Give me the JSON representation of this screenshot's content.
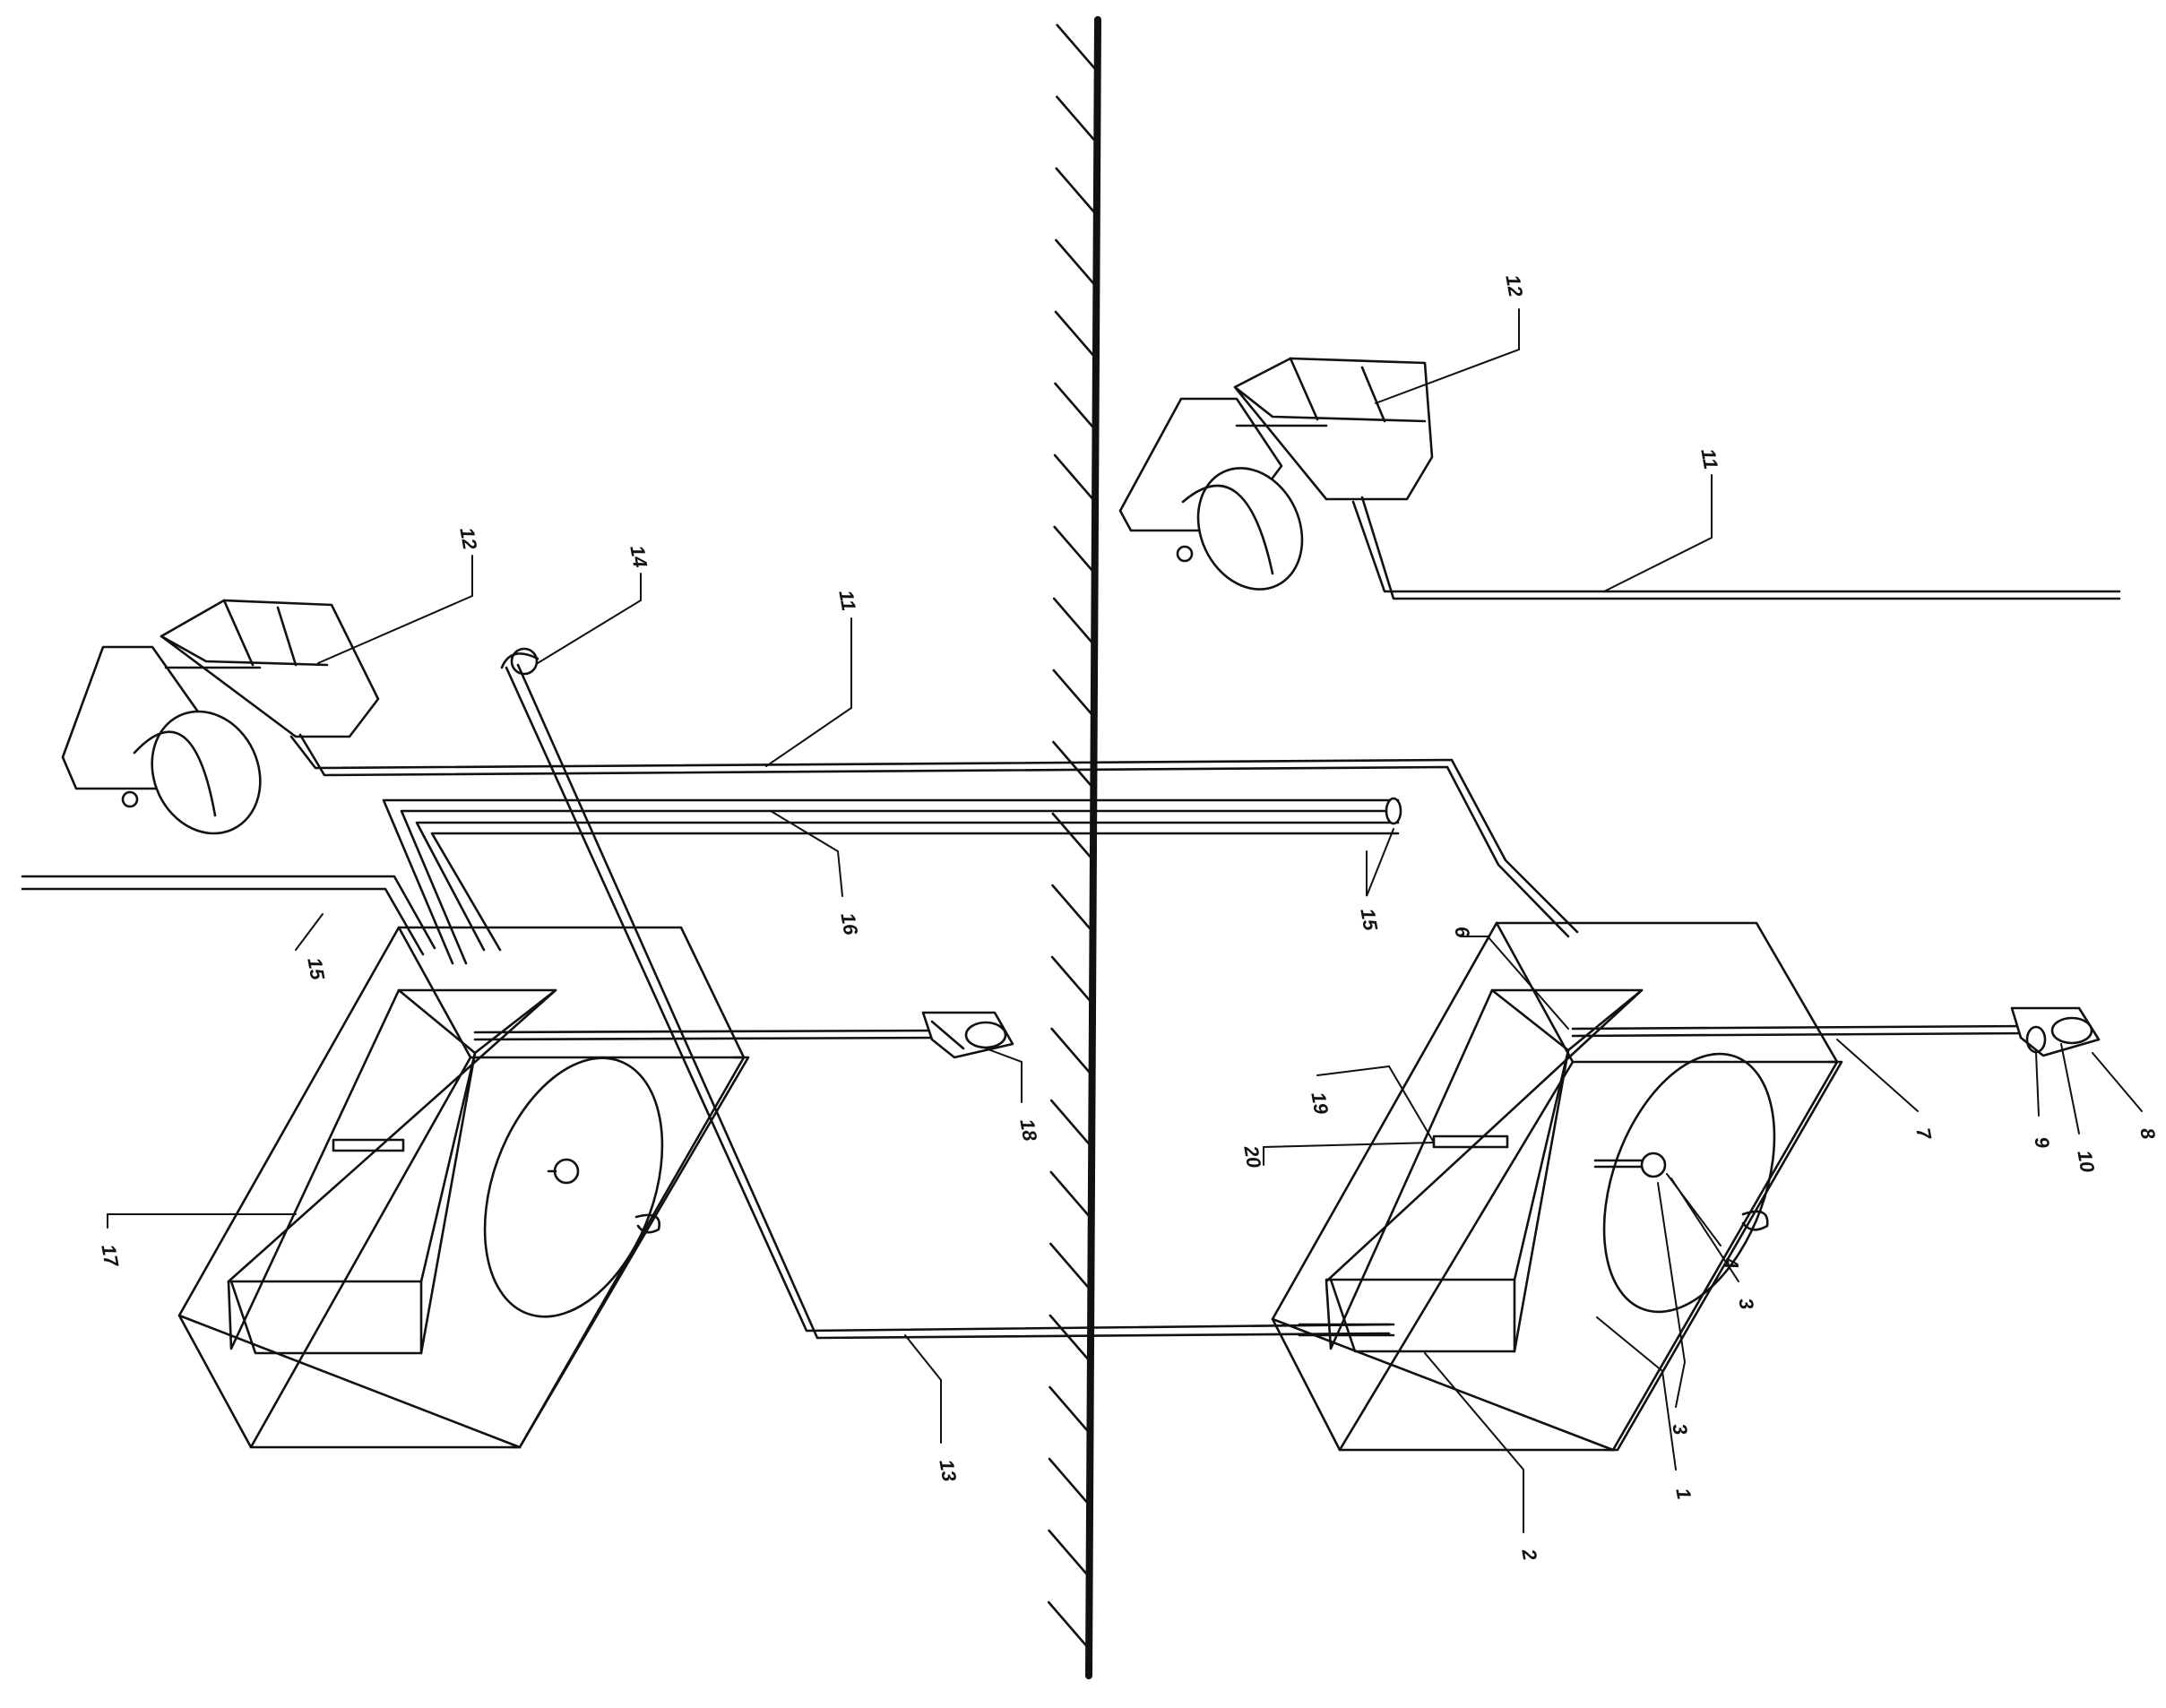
{
  "labels": {
    "n1": "1",
    "n2": "2",
    "n3": "3",
    "n4": "4",
    "n6": "6",
    "n7": "7",
    "n8": "8",
    "n9": "9",
    "n10": "10",
    "n11": "11",
    "n12": "12",
    "n13": "13",
    "n14": "14",
    "n15": "15",
    "n16": "16",
    "n17": "17",
    "n18": "18",
    "n19": "19",
    "n20": "20"
  }
}
